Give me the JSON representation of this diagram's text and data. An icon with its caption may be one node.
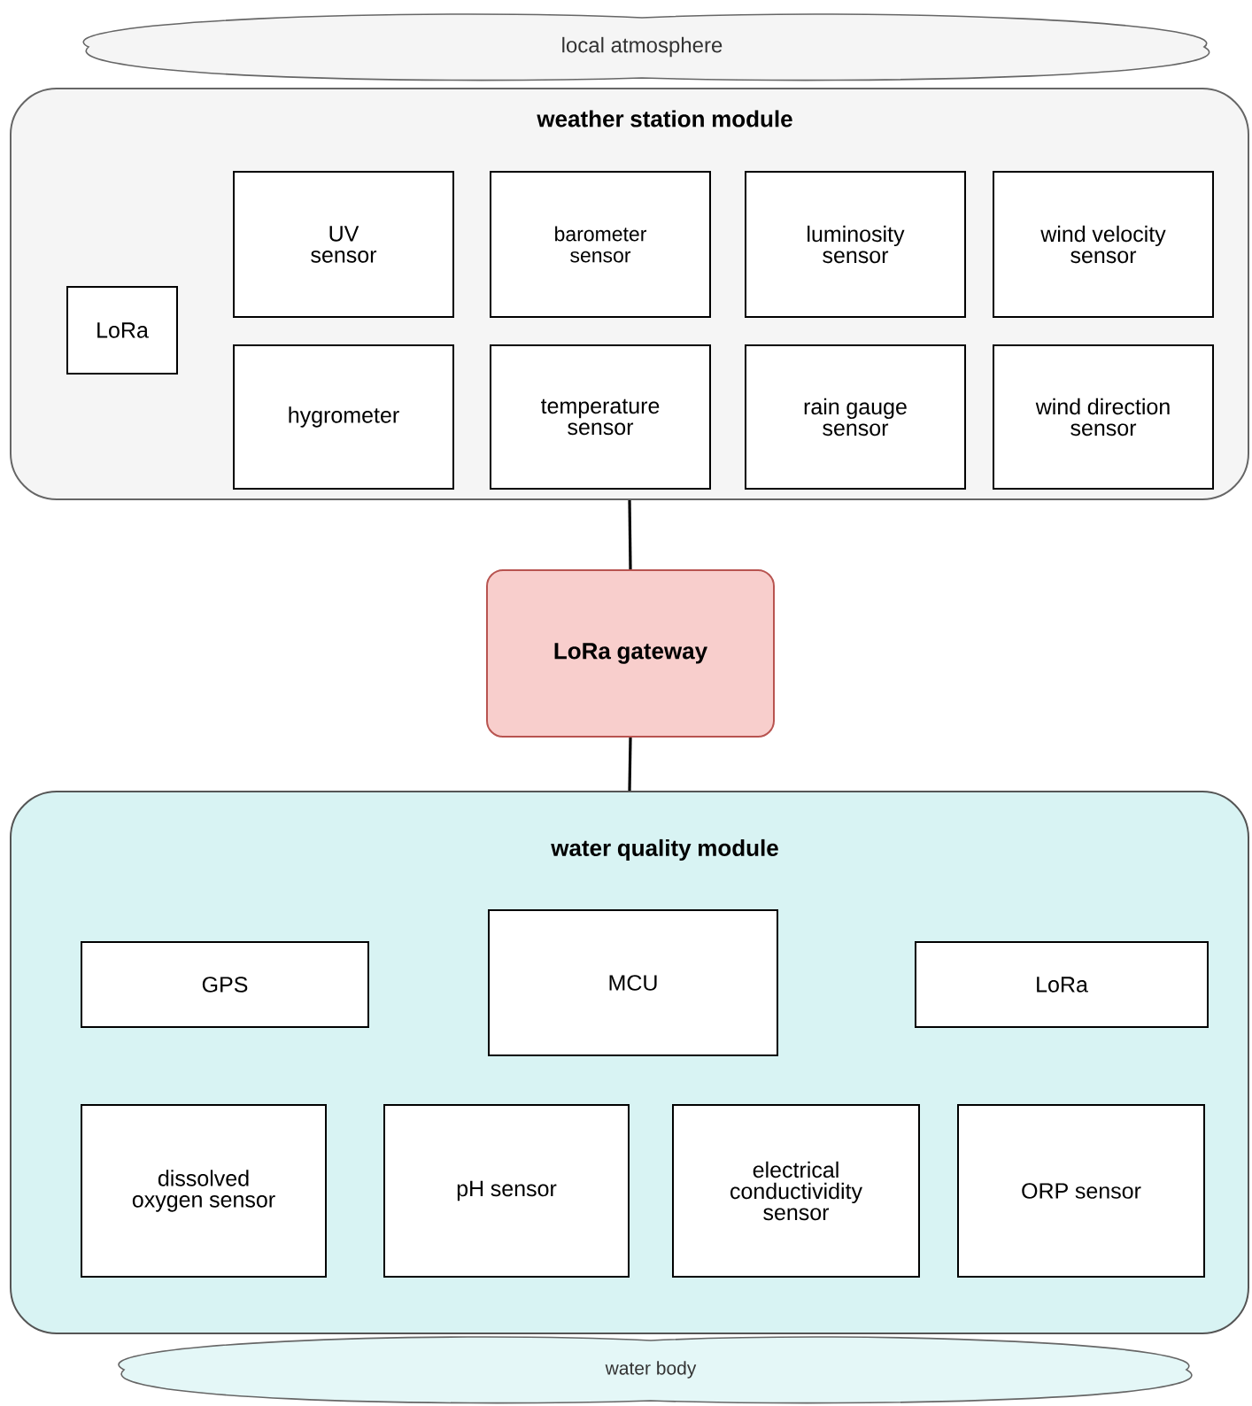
{
  "diagram": {
    "nodes": [
      {
        "text": [
          "local atmosphere"
        ]
      },
      {
        "text": [
          "weather station module"
        ]
      },
      {
        "text": [
          "LoRa"
        ],
        "in": 1
      },
      {
        "text": [
          "UV sensor"
        ],
        "in": 1
      },
      {
        "text": [
          "barometer sensor"
        ],
        "in": 1
      },
      {
        "text": [
          "luminosity sensor"
        ],
        "in": 1
      },
      {
        "text": [
          "wind velocity sensor"
        ],
        "in": 1
      },
      {
        "text": [
          "hygrometer"
        ],
        "in": 1
      },
      {
        "text": [
          "temperature sensor"
        ],
        "in": 1
      },
      {
        "text": [
          "rain gauge sensor"
        ],
        "in": 1
      },
      {
        "text": [
          "wind direction sensor"
        ],
        "in": 1
      },
      {
        "text": [
          "LoRa gateway"
        ]
      },
      {
        "text": [
          "water quality module"
        ]
      },
      {
        "text": [
          "GPS"
        ],
        "in": 12
      },
      {
        "text": [
          "MCU"
        ],
        "in": 12
      },
      {
        "text": [
          "LoRa"
        ],
        "in": 12
      },
      {
        "text": [
          "dissolved oxygen sensor"
        ],
        "in": 12
      },
      {
        "text": [
          "pH sensor"
        ],
        "in": 12
      },
      {
        "text": [
          "electrical conductividity sensor"
        ],
        "in": 12
      },
      {
        "text": [
          "ORP sensor"
        ],
        "in": 12
      },
      {
        "text": [
          "water body"
        ]
      }
    ],
    "edges": [
      {
        "from": 1,
        "to": 11,
        "arrow": "none"
      },
      {
        "from": 11,
        "to": 12,
        "arrow": "none"
      }
    ]
  }
}
